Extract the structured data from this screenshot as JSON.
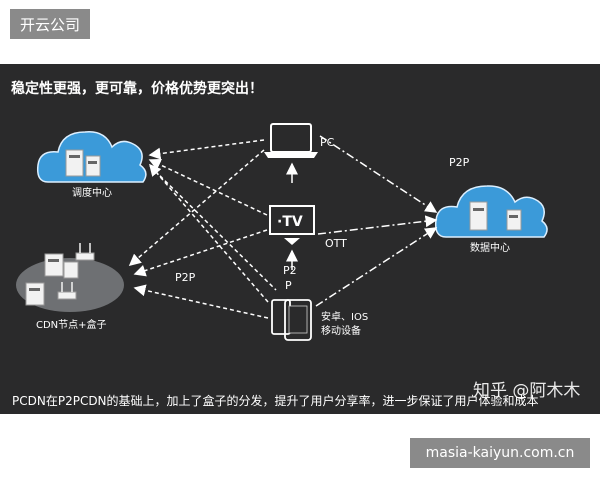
{
  "top_badge": "开云公司",
  "bottom_badge": "masia-kaiyun.com.cn",
  "heading": "稳定性更强，更可靠，价格优势更突出！",
  "caption": "PCDN在P2PCDN的基础上，加上了盒子的分发，提升了用户分享率，进一步保证了用户体验和成本",
  "watermark": "知乎 @阿木木",
  "nodes": {
    "dispatch_center": "调度中心",
    "cdn_node": "CDN节点+盒子",
    "pc": "PC",
    "ott": "OTT",
    "ott_screen": "·TV",
    "mobile_line1": "安卓、IOS",
    "mobile_line2": "移动设备",
    "data_center": "数据中心"
  },
  "edge_labels": {
    "p2p_left": "P2P",
    "p2p_right": "P2P",
    "p2p_mid_1": "P2",
    "p2p_mid_2": "P"
  },
  "colors": {
    "slide_bg": "#2a2a2b",
    "cloud": "#3b9ad9",
    "cdn_ellipse": "#6e7073",
    "arrow": "#ffffff",
    "badge": "#8a8a8a"
  }
}
